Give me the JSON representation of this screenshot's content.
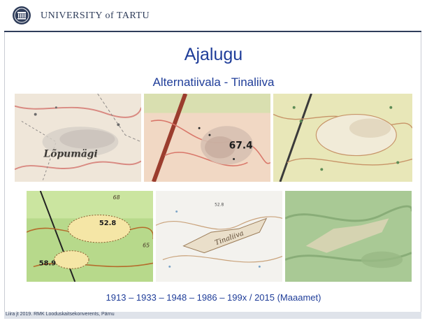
{
  "header": {
    "university_name": "UNIVERSITY of TARTU"
  },
  "slide": {
    "title": "Ajalugu",
    "subtitle": "Alternatiivala - Tinaliiva",
    "caption": "1913 – 1933 – 1948 – 1986 – 199x / 2015 (Maaamet)",
    "footer": "Liira jt 2019. RMK Looduskaitsekonverents, Pärnu"
  },
  "maps": {
    "map_1913_label": "Lõpumägi",
    "map_1933_label": "67.4",
    "map_1986_labels": [
      "52.8",
      "58.9",
      "68",
      "65"
    ],
    "map_199x_labels": [
      "52.8",
      "Tinaliiva"
    ]
  },
  "colors": {
    "heading_blue": "#1f3d99",
    "header_navy": "#2f3d5a"
  }
}
